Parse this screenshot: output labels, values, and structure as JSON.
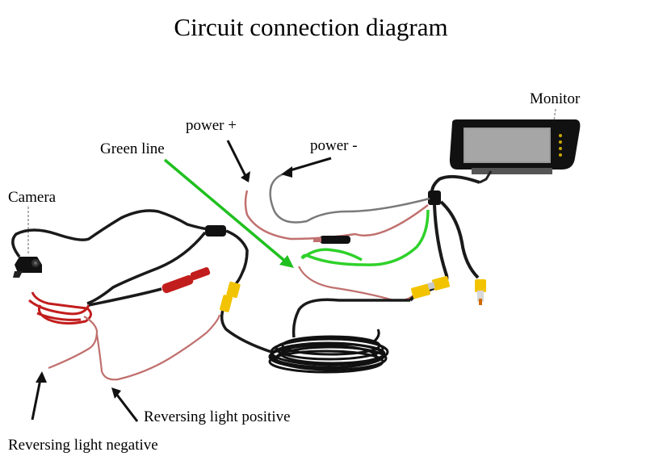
{
  "title": "Circuit connection diagram",
  "labels": {
    "monitor": "Monitor",
    "power_plus": "power +",
    "power_minus": "power -",
    "green_line": "Green line",
    "camera": "Camera",
    "reversing_positive": "Reversing light positive",
    "reversing_negative": "Reversing light negative"
  },
  "colors": {
    "background": "#ffffff",
    "cable_black": "#1a1a1a",
    "wire_red": "#c0706e",
    "wire_dark_red": "#c21d1d",
    "wire_green": "#2fd12a",
    "pointer_green": "#20c020",
    "rca_yellow": "#f2c300",
    "wire_grey": "#7a7a7a",
    "screen_grey": "#9a9a9a"
  }
}
